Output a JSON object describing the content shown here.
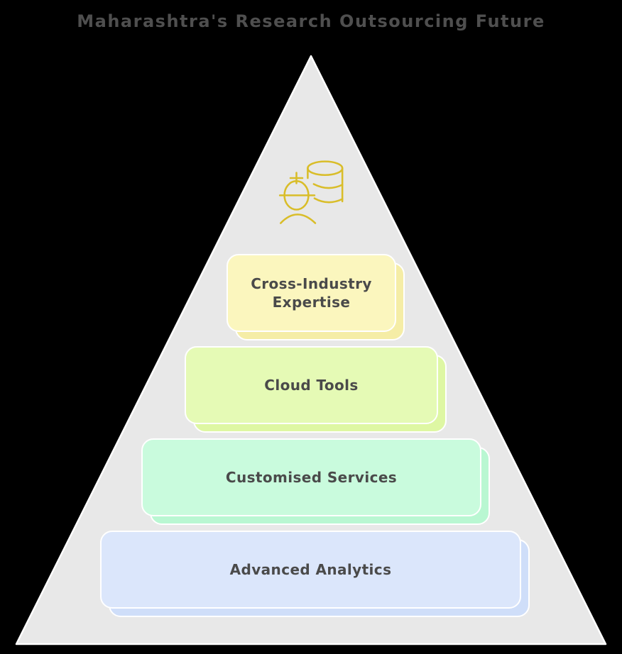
{
  "title": "Maharashtra's Research Outsourcing Future",
  "colors": {
    "background": "#000000",
    "title_text": "#4f4f4f",
    "pyramid_fill": "#e8e8e8",
    "pyramid_stroke": "#ffffff",
    "box_border": "#ffffff",
    "box_text": "#4a4a4a",
    "icon_stroke": "#d9bd29"
  },
  "icon": {
    "name": "person-database-icon"
  },
  "levels": [
    {
      "label": "Cross-Industry Expertise",
      "fill": "#fbf6be",
      "shadow_fill": "#f5eda6"
    },
    {
      "label": "Cloud Tools",
      "fill": "#e5fab5",
      "shadow_fill": "#def7a3"
    },
    {
      "label": "Customised Services",
      "fill": "#c9fbdd",
      "shadow_fill": "#b9f7d2"
    },
    {
      "label": "Advanced Analytics",
      "fill": "#dbe6fb",
      "shadow_fill": "#cfdef9"
    }
  ]
}
